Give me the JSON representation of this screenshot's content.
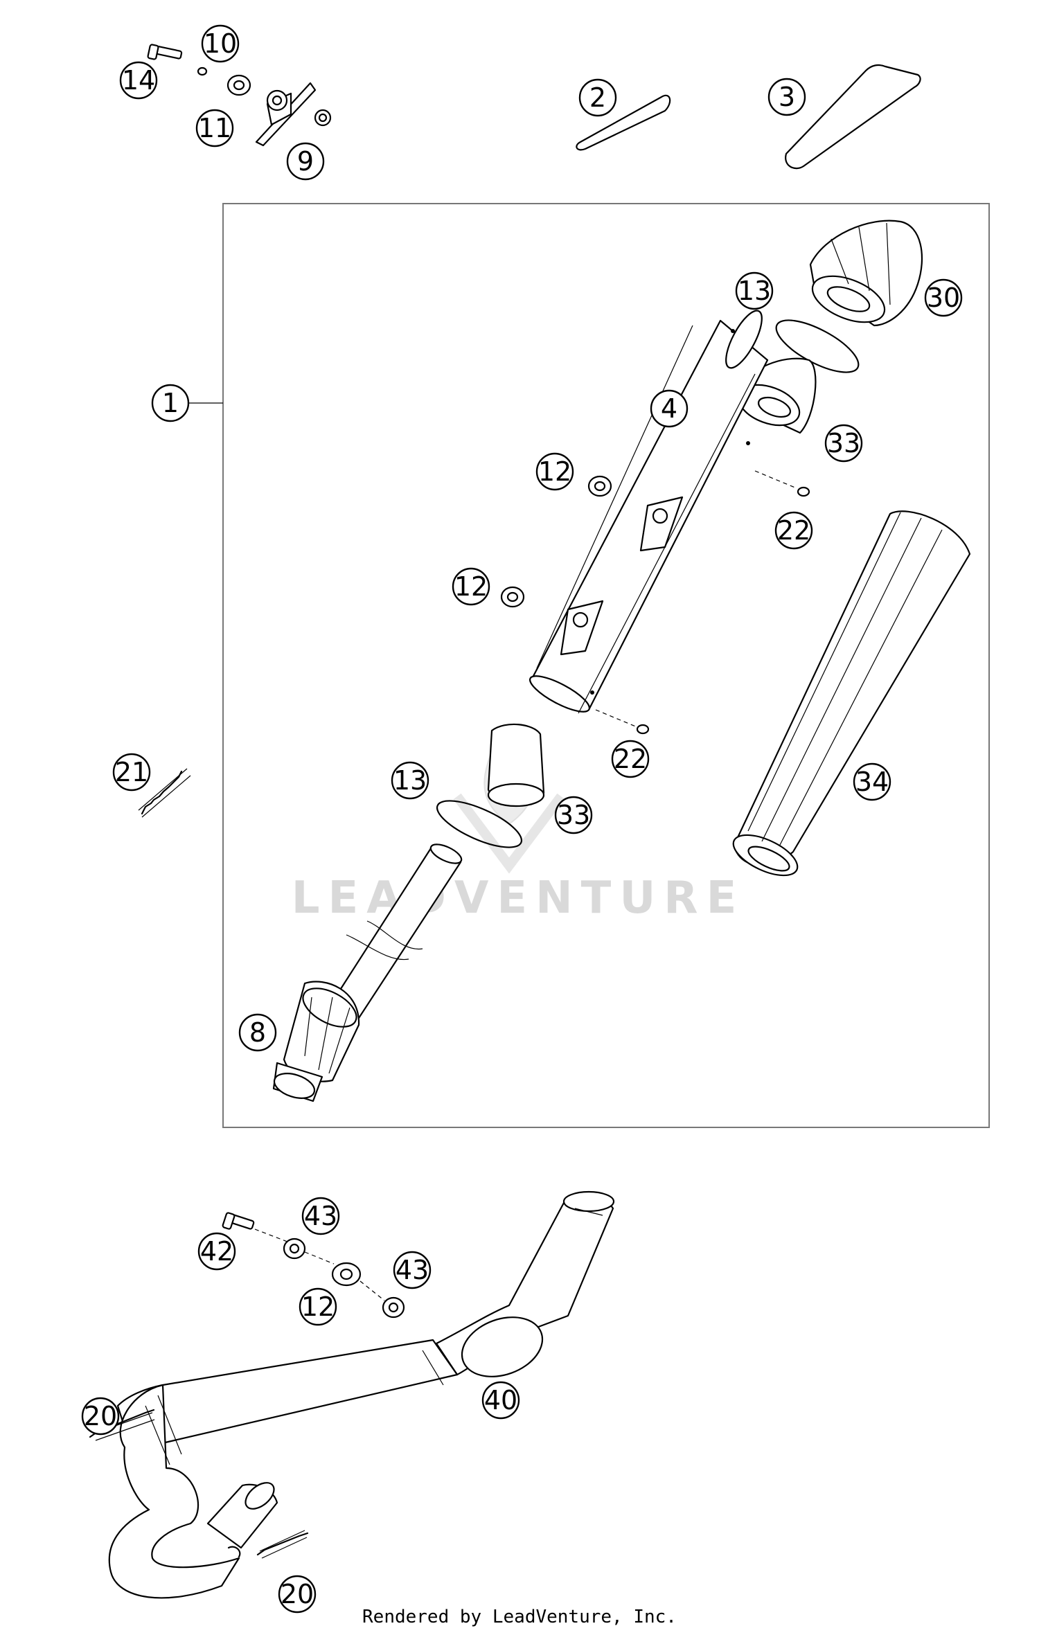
{
  "callouts": {
    "c1": "1",
    "c2": "2",
    "c3": "3",
    "c4": "4",
    "c8": "8",
    "c9": "9",
    "c10": "10",
    "c11": "11",
    "c12a": "12",
    "c12b": "12",
    "c12c": "12",
    "c13a": "13",
    "c13b": "13",
    "c14": "14",
    "c20a": "20",
    "c20b": "20",
    "c21": "21",
    "c22a": "22",
    "c22b": "22",
    "c30": "30",
    "c33a": "33",
    "c33b": "33",
    "c34": "34",
    "c40": "40",
    "c42": "42",
    "c43a": "43",
    "c43b": "43"
  },
  "watermark": "LEADVENTURE",
  "credit": "Rendered by LeadVenture, Inc."
}
